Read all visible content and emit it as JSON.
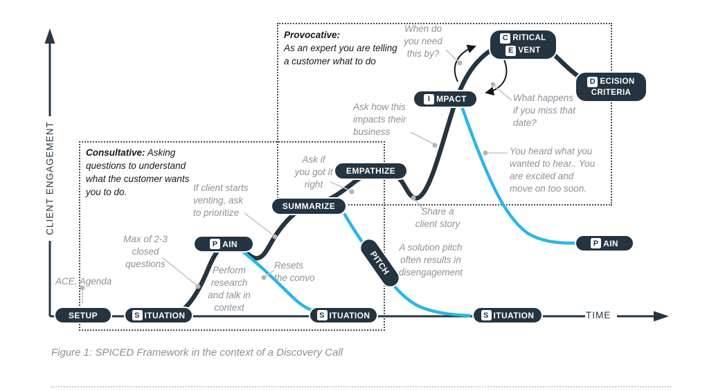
{
  "axes": {
    "y_label": "CLIENT ENGAGEMENT",
    "x_label": "TIME"
  },
  "regions": {
    "consultative": {
      "title": "Consultative:",
      "body": "Asking questions to understand what the customer wants you to do."
    },
    "provocative": {
      "title": "Provocative:",
      "body": "As an expert you are telling a customer what to do"
    }
  },
  "nodes": {
    "setup": {
      "label": "SETUP"
    },
    "situation": {
      "letter": "S",
      "rest": "ITUATION"
    },
    "pain": {
      "letter": "P",
      "rest": "AIN"
    },
    "summarize": {
      "label": "SUMMARIZE"
    },
    "empathize": {
      "label": "EMPATHIZE"
    },
    "pitch": {
      "label": "PITCH"
    },
    "impact": {
      "letter": "I",
      "rest": "MPACT"
    },
    "critical_event": {
      "line1": {
        "letter": "C",
        "rest": "RITICAL"
      },
      "line2": {
        "letter": "E",
        "rest": "VENT"
      }
    },
    "decision_criteria": {
      "line1": {
        "letter": "D",
        "rest": "ECISION"
      },
      "line2": "CRITERIA"
    }
  },
  "annotations": {
    "ace": "ACE, Agenda",
    "max_questions": "Max of 2-3\nclosed\nquestions",
    "perform_research": "Perform\nresearch\nand talk in\ncontext",
    "if_client": "If client starts\nventing, ask\nto prioritize",
    "resets": "Resets\nthe convo",
    "ask_if": "Ask if\nyou got it\nright",
    "ask_how": "Ask how this\nimpacts their\nbusiness",
    "when_do": "When do\nyou need\nthis by?",
    "what_happens": "What happens\nif you miss that\ndate?",
    "you_heard": "You heard what you\nwanted to hear.. You\nare excited and\nmove on too soon.",
    "share_story": "Share a\nclient story",
    "solution_pitch": "A solution pitch\noften results in\ndisengagement"
  },
  "caption": "Figure 1: SPICED Framework in the context of a Discovery Call",
  "colors": {
    "navy": "#243440",
    "cyan": "#29b6ea",
    "annotation_gray": "#8d9298",
    "connector_gray": "#c6c6c6"
  }
}
